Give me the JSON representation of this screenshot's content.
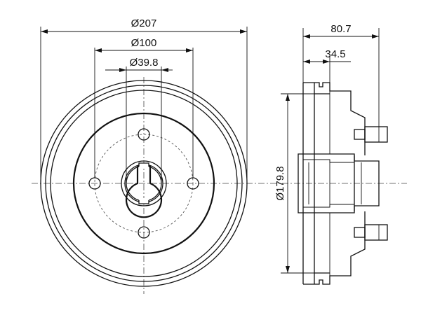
{
  "diagram": {
    "dimensions": {
      "outer_diameter": "Ø207",
      "bolt_circle": "Ø100",
      "center_bore": "Ø39.8",
      "total_height": "80.7",
      "hub_offset": "34.5",
      "drum_inner_diameter": "Ø179.8"
    },
    "colors": {
      "line": "#111111",
      "background": "#ffffff"
    }
  }
}
